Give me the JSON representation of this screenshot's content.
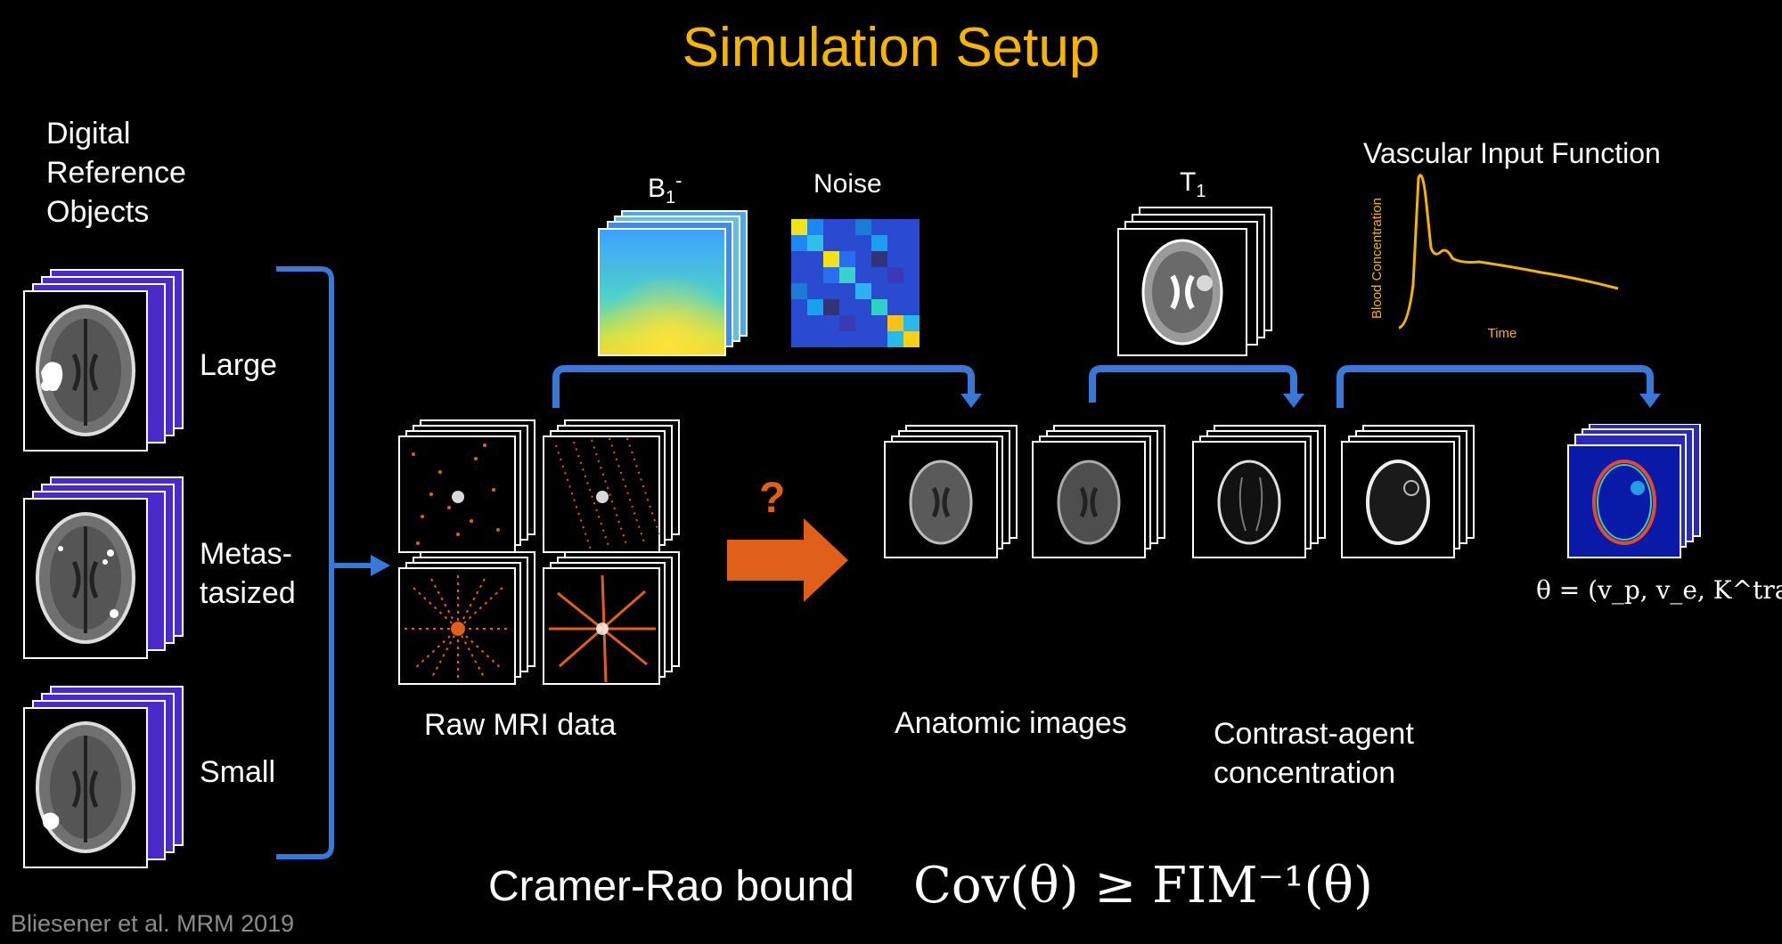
{
  "title": "Simulation Setup",
  "dro": {
    "heading_lines": [
      "Digital",
      "Reference",
      "Objects"
    ],
    "sizes": [
      "Large",
      "Metas-",
      "tasized",
      "Small"
    ]
  },
  "inputs": {
    "b1_label_main": "B",
    "b1_label_sub": "1",
    "b1_label_sup": "-",
    "noise_label": "Noise",
    "t1_label_main": "T",
    "t1_label_sub": "1"
  },
  "vif": {
    "title": "Vascular Input Function",
    "ylabel": "Blood Concentration",
    "xlabel": "Time"
  },
  "labels": {
    "raw": "Raw MRI data",
    "anatomic": "Anatomic images",
    "contrast_line1": "Contrast-agent",
    "contrast_line2": "concentration",
    "question": "?"
  },
  "theta": "θ = (v_p, v_e, K^trans)",
  "crb": {
    "text": "Cramer-Rao bound",
    "formula": "Cov(θ) ≥ FIM⁻¹(θ)"
  },
  "credit": "Bliesener et al. MRM 2019",
  "colors": {
    "title": "#f5b400",
    "arrow_blue": "#3a78d8",
    "arrow_orange": "#e0601a",
    "dro_purple": "#4a2bc9",
    "vif_curve": "#f2b400"
  }
}
